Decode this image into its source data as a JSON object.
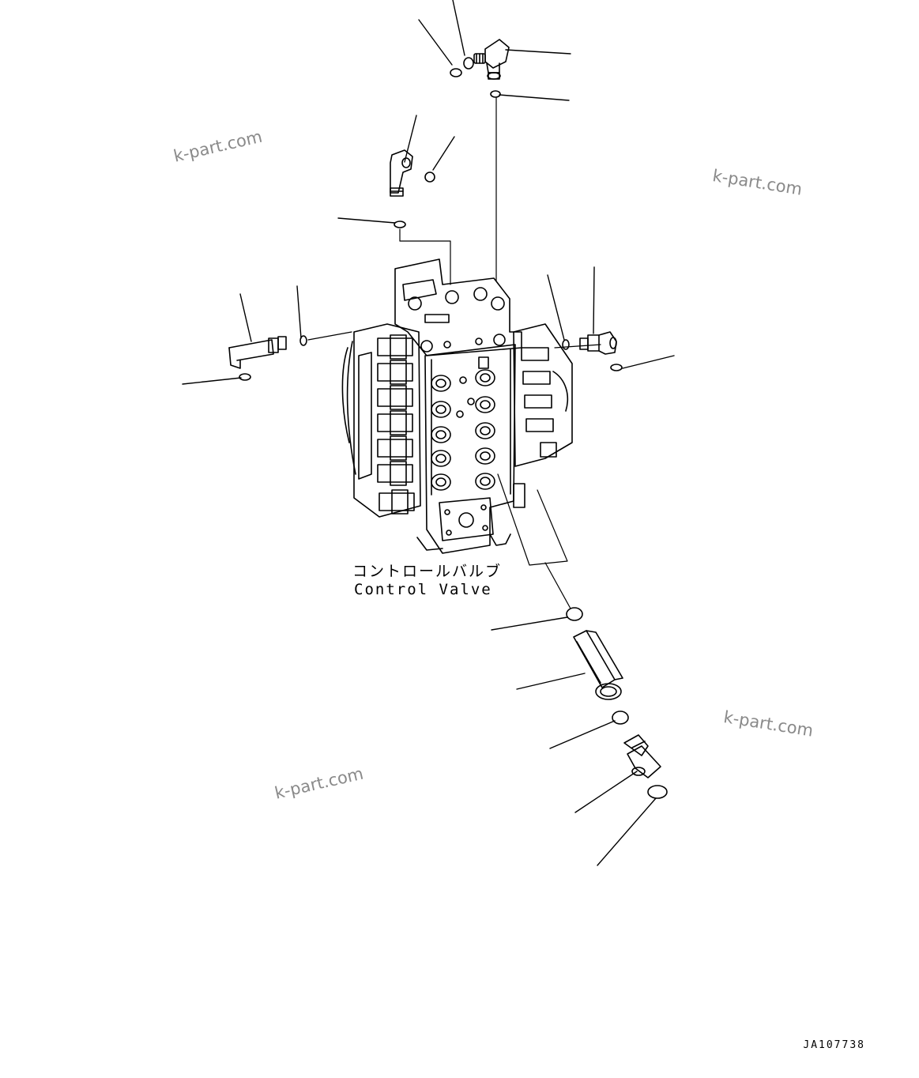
{
  "diagram": {
    "label_jp": "コントロールバルブ",
    "label_en": "Control Valve",
    "document_id": "JA107738",
    "watermarks": [
      "k-part.com",
      "k-part.com",
      "k-part.com",
      "k-part.com"
    ]
  },
  "colors": {
    "line": "#000000",
    "watermark": "#8a8a8a",
    "background": "#ffffff"
  }
}
